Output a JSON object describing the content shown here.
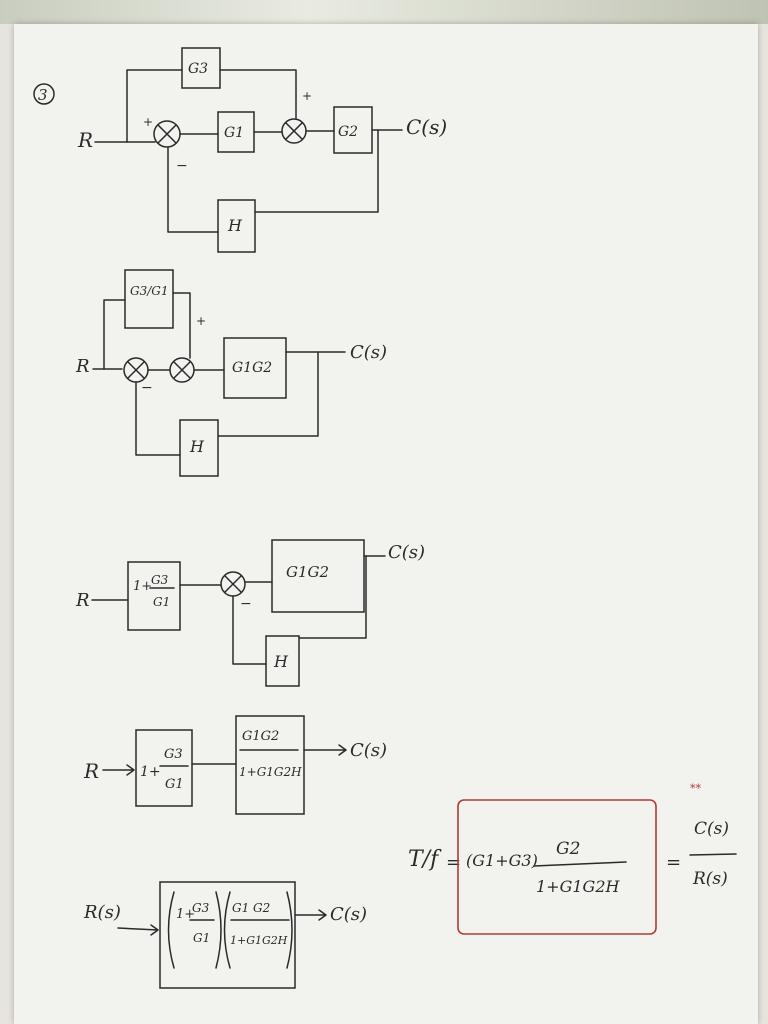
{
  "colors": {
    "ink": "#2a2a2a",
    "highlight": "#b23a3a",
    "paper": "#f2f2ee"
  },
  "problem_number": "3",
  "diagram1": {
    "input": "R",
    "output": "C(s)",
    "blocks": {
      "feedforward": "G3",
      "forward1": "G1",
      "forward2": "G2",
      "feedback": "H"
    },
    "signs": {
      "sum1_input": "+",
      "sum1_feedback": "−",
      "sum2_input": "+"
    }
  },
  "diagram2": {
    "input": "R",
    "output": "C(s)",
    "blocks": {
      "feedforward": "G3/G1",
      "forward": "G1G2",
      "feedback": "H"
    },
    "signs": {
      "sum_feedforward": "+",
      "sum_feedback": "−"
    }
  },
  "diagram3": {
    "input": "R",
    "output": "C(s)",
    "blocks": {
      "prefilter_num": "G3",
      "prefilter_den": "G1",
      "prefilter_prefix": "1+",
      "forward": "G1G2",
      "feedback": "H"
    },
    "signs": {
      "sum_feedback": "−"
    }
  },
  "diagram4": {
    "input": "R",
    "output": "C(s)",
    "blocks": {
      "prefilter_prefix": "1+",
      "prefilter_num": "G3",
      "prefilter_den": "G1",
      "closed_num": "G1G2",
      "closed_den": "1+G1G2H"
    }
  },
  "diagram5": {
    "input": "R(s)",
    "output": "C(s)",
    "blocks": {
      "prefix": "1+",
      "num": "G3",
      "den": "G1",
      "closed_num": "G1 G2",
      "closed_den": "1+G1G2H"
    }
  },
  "result": {
    "lhs": "T/f",
    "eq": "=",
    "factor": "(G1+G3)",
    "num": "G2",
    "den": "1+G1G2H",
    "eq2": "=",
    "ratio_num": "C(s)",
    "ratio_den": "R(s)",
    "mark": "**"
  }
}
